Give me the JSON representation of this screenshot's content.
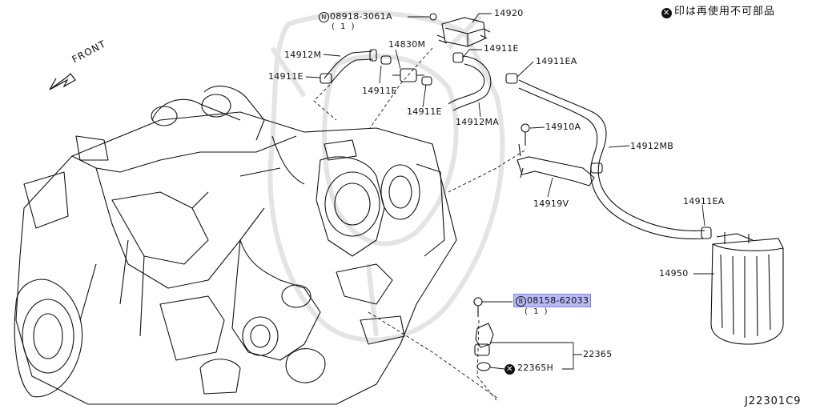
{
  "legend": {
    "icon": "x-circle-icon",
    "text": "印は再使用不可部品"
  },
  "direction": "FRONT",
  "parts": {
    "p08918": "08918-3061A",
    "p08918_qty": "( 1 )",
    "p08918_prefix": "N",
    "p14920": "14920",
    "p14912M": "14912M",
    "p14830M": "14830M",
    "p14911E_a": "14911E",
    "p14911E_b": "14911E",
    "p14911E_c": "14911E",
    "p14911E_d": "14911E",
    "p14911EA_a": "14911EA",
    "p14911EA_b": "14911EA",
    "p14912MA": "14912MA",
    "p14910A": "14910A",
    "p14912MB": "14912MB",
    "p14919V": "14919V",
    "p14950": "14950",
    "p08158": "08158-62033",
    "p08158_qty": "( 1 )",
    "p08158_prefix": "B",
    "p22365": "22365",
    "p22365H": "22365H"
  },
  "diagram_code": "J22301C9",
  "colors": {
    "line": "#111111",
    "highlight": "#b9b9f2",
    "watermark": "#e4e4e4"
  }
}
